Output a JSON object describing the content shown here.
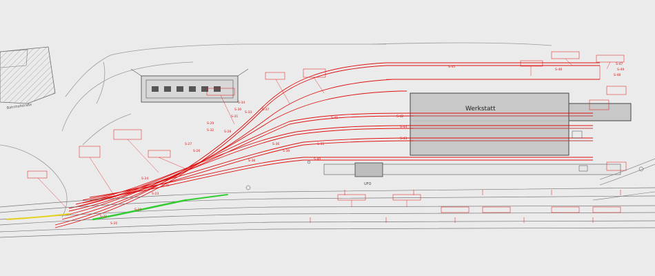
{
  "drawing": {
    "workshop_label": "Werkstatt",
    "platform_label": "UFO",
    "street_label": "Bahnhofstraße",
    "track_labels": [
      "S-49",
      "S-48",
      "S-47",
      "S-46",
      "S-45",
      "S-44",
      "S-43",
      "S-42",
      "S-41",
      "S-40",
      "S-39",
      "S-38",
      "S-37",
      "S-36",
      "S-35",
      "S-34",
      "S-33",
      "S-32",
      "S-31",
      "S-30",
      "S-29",
      "S-28",
      "S-27",
      "S-26",
      "S-25",
      "S-24",
      "S-23",
      "S-22",
      "S-21",
      "S-20"
    ],
    "colors": {
      "background": "#ebebeb",
      "redline": "#e01010",
      "base": "#8a8a8a",
      "dark": "#444444",
      "building_fill": "#c8c8c8",
      "green": "#33cc33",
      "yellow": "#e6d21e"
    }
  }
}
